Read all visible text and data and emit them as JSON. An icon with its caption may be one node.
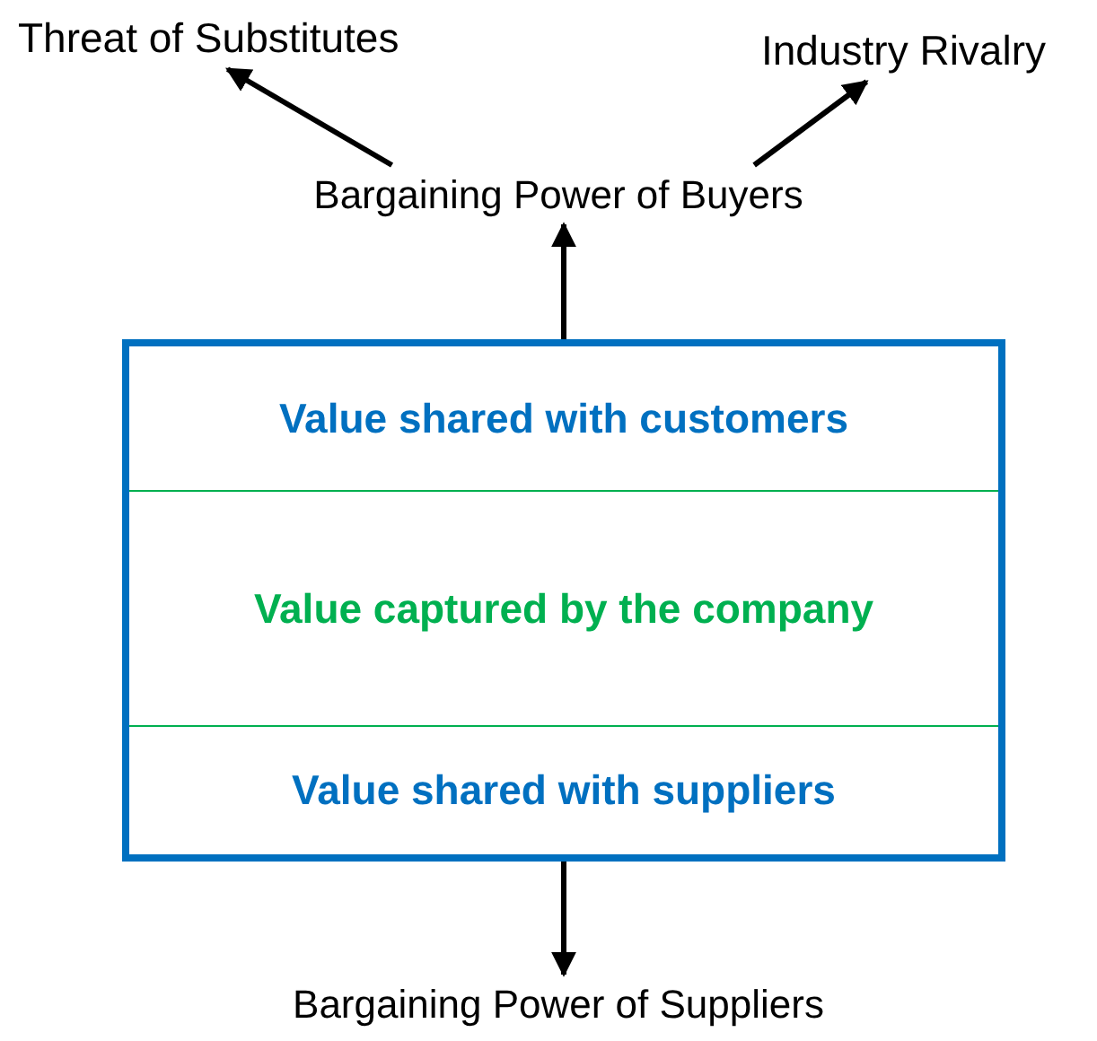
{
  "diagram": {
    "nodes": [
      {
        "text": [
          "Threat of Substitutes"
        ]
      },
      {
        "text": [
          "Industry Rivalry"
        ]
      },
      {
        "text": [
          "Bargaining Power of Buyers"
        ]
      },
      {
        "text": [],
        "shape": "box"
      },
      {
        "text": [
          "Value shared with customers"
        ],
        "in": 3
      },
      {
        "text": [
          "Value captured by the company"
        ],
        "in": 3
      },
      {
        "text": [
          "Value shared with suppliers"
        ],
        "in": 3
      },
      {
        "text": [
          "Bargaining Power of Suppliers"
        ]
      }
    ],
    "edges": [
      {
        "from": 2,
        "to": 0,
        "arrow": "to"
      },
      {
        "from": 2,
        "to": 1,
        "arrow": "to"
      },
      {
        "from": 3,
        "to": 2,
        "arrow": "to"
      },
      {
        "from": 3,
        "to": 7,
        "arrow": "to"
      }
    ]
  }
}
